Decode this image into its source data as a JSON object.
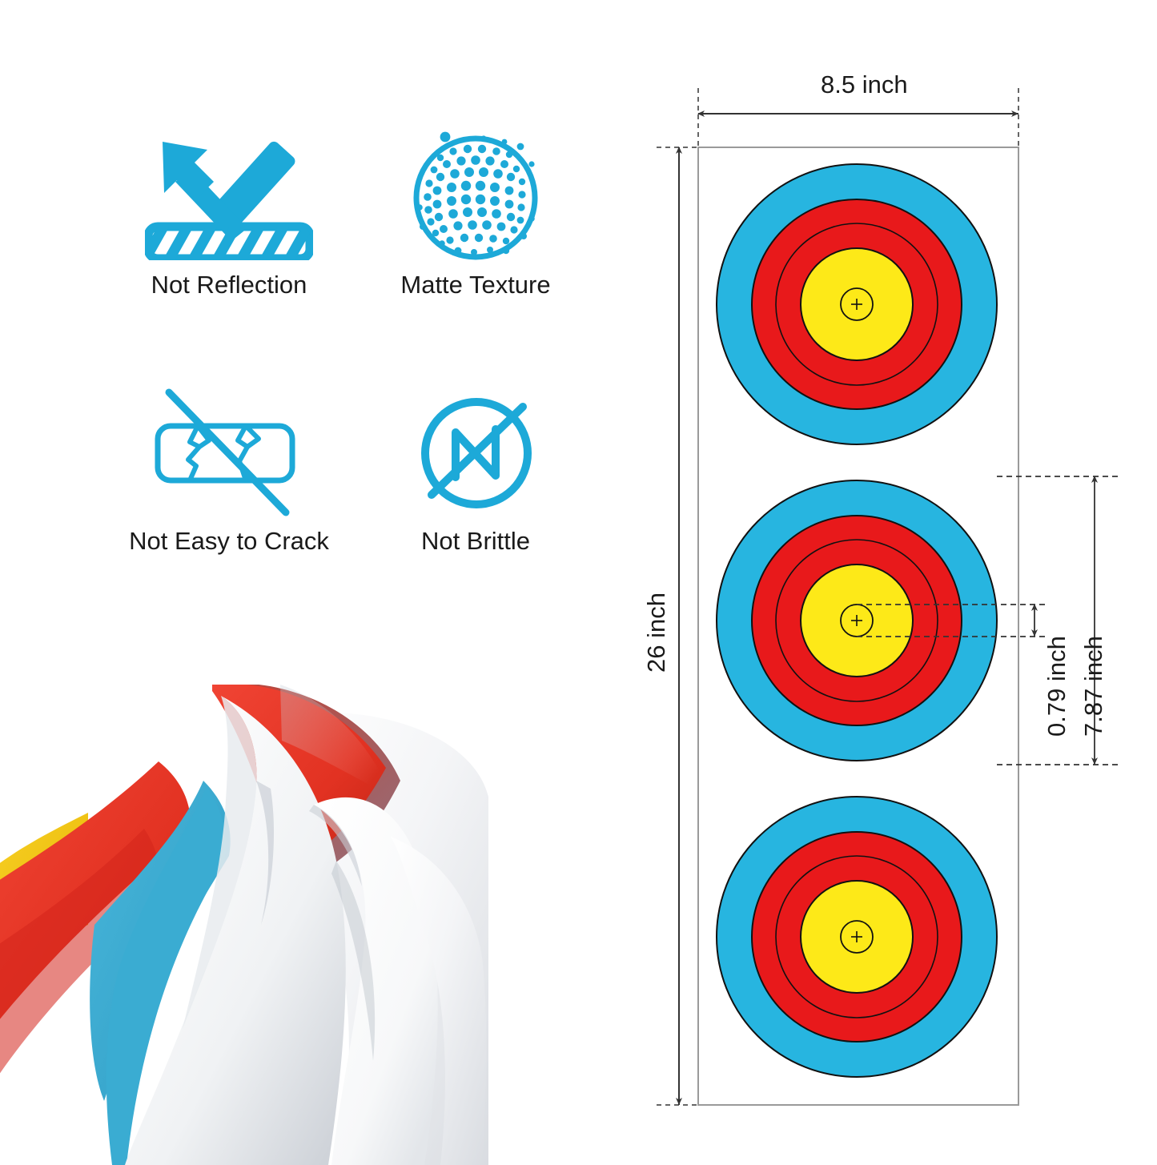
{
  "features": [
    {
      "id": "not-reflection",
      "icon": "no-reflection-icon",
      "label": "Not Reflection"
    },
    {
      "id": "matte-texture",
      "icon": "matte-dots-icon",
      "label": "Matte Texture"
    },
    {
      "id": "not-easy-to-crack",
      "icon": "no-crack-icon",
      "label": "Not Easy to Crack"
    },
    {
      "id": "not-brittle",
      "icon": "no-brittle-icon",
      "label": "Not Brittle"
    }
  ],
  "product_photo": {
    "name": "stacked-curled-paper-photo",
    "sheet_colors": [
      "#f2c400",
      "#e03020",
      "#3aa8d0",
      "#ffffff"
    ]
  },
  "diagram": {
    "name": "target-sheet-dimensions",
    "dimensions": {
      "width": "8.5 inch",
      "height": "26 inch",
      "inner_ring": "0.79 inch",
      "target_face": "7.87 inch"
    },
    "targets": [
      {
        "name": "target-face-top",
        "center_mark": "+"
      },
      {
        "name": "target-face-middle",
        "center_mark": "+"
      },
      {
        "name": "target-face-bottom",
        "center_mark": "+"
      }
    ]
  },
  "colors": {
    "accent": "#1da9d8",
    "target_blue": "#27b5e0",
    "target_red": "#e8191b",
    "target_yellow": "#fde918",
    "outline": "#111111",
    "text": "#1a1a1a",
    "dim_line": "#4d4d4d",
    "sheet_border": "#9a9a9a"
  }
}
